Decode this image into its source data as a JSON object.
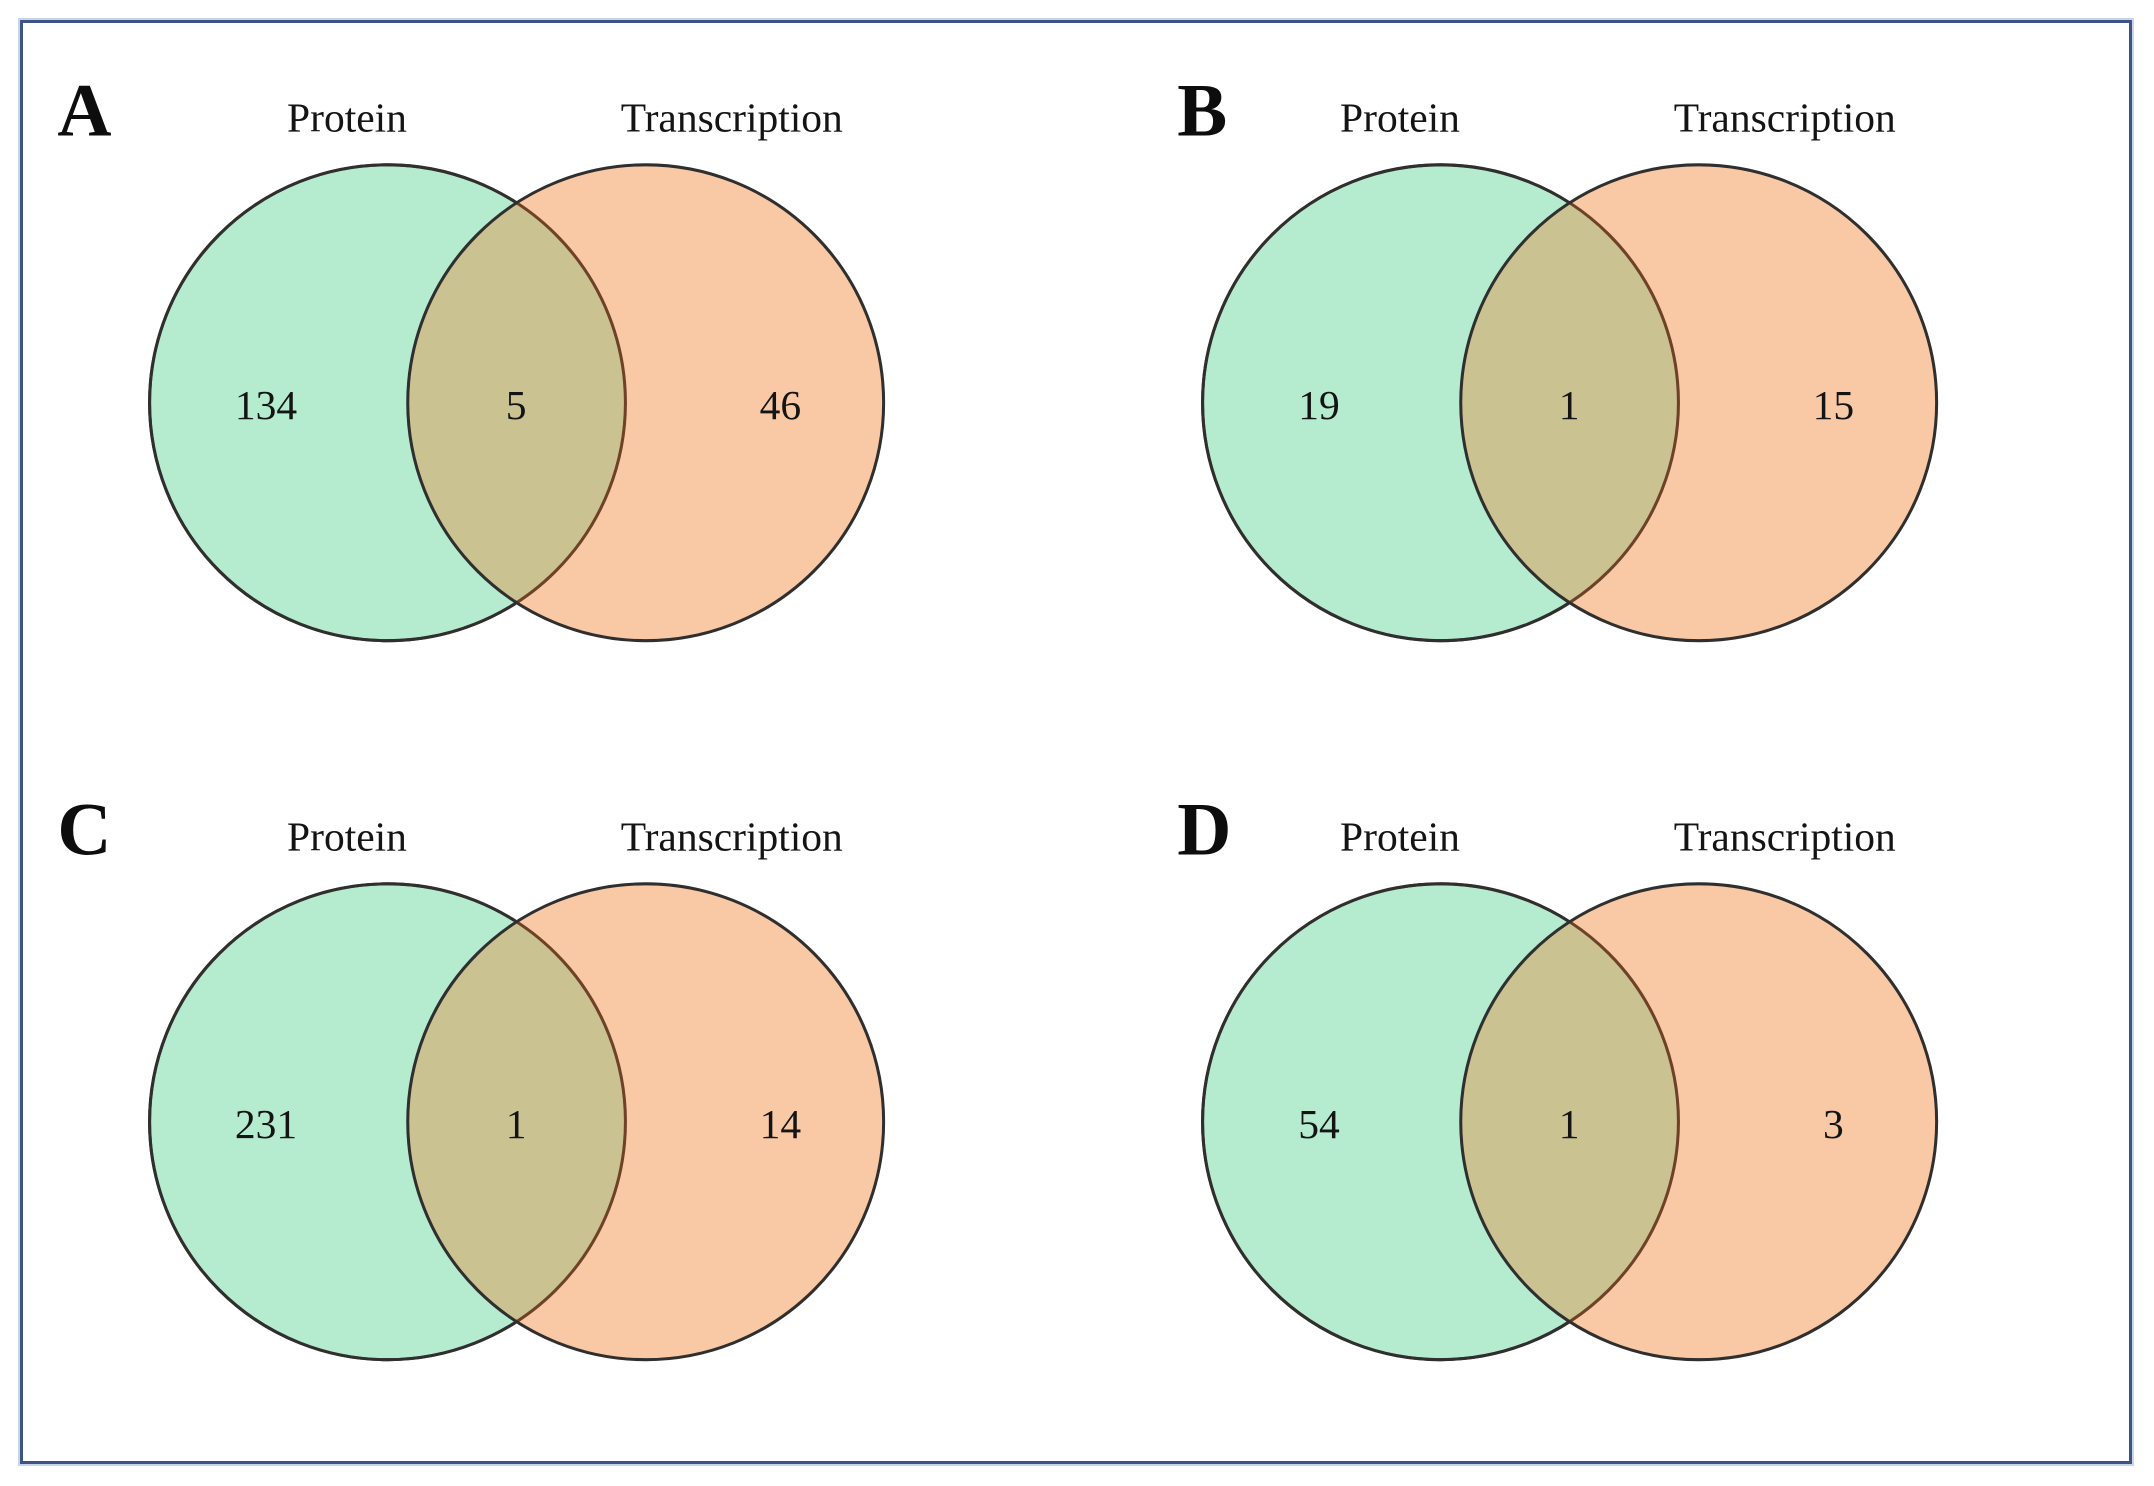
{
  "figure": {
    "background": "#ffffff",
    "border_color": "#3d5586"
  },
  "colors": {
    "protein_fill": "#b5ecd0",
    "transcription_fill": "#f9c9a5",
    "overlap_fill": "#cbc291",
    "stroke_dark": "#2f2f2f",
    "stroke_brown": "#6e4226",
    "text_color": "#141414"
  },
  "set_labels": {
    "protein": "Protein",
    "transcription": "Transcription"
  },
  "panels": [
    {
      "label": "A",
      "protein_only": "134",
      "overlap": "5",
      "transcription_only": "46"
    },
    {
      "label": "B",
      "protein_only": "19",
      "overlap": "1",
      "transcription_only": "15"
    },
    {
      "label": "C",
      "protein_only": "231",
      "overlap": "1",
      "transcription_only": "14"
    },
    {
      "label": "D",
      "protein_only": "54",
      "overlap": "1",
      "transcription_only": "3"
    }
  ],
  "chart_data": {
    "type": "venn",
    "sets": [
      "Protein",
      "Transcription"
    ],
    "panels": [
      {
        "label": "A",
        "protein_only": 134,
        "intersection": 5,
        "transcription_only": 46
      },
      {
        "label": "B",
        "protein_only": 19,
        "intersection": 1,
        "transcription_only": 15
      },
      {
        "label": "C",
        "protein_only": 231,
        "intersection": 1,
        "transcription_only": 14
      },
      {
        "label": "D",
        "protein_only": 54,
        "intersection": 1,
        "transcription_only": 3
      }
    ]
  }
}
